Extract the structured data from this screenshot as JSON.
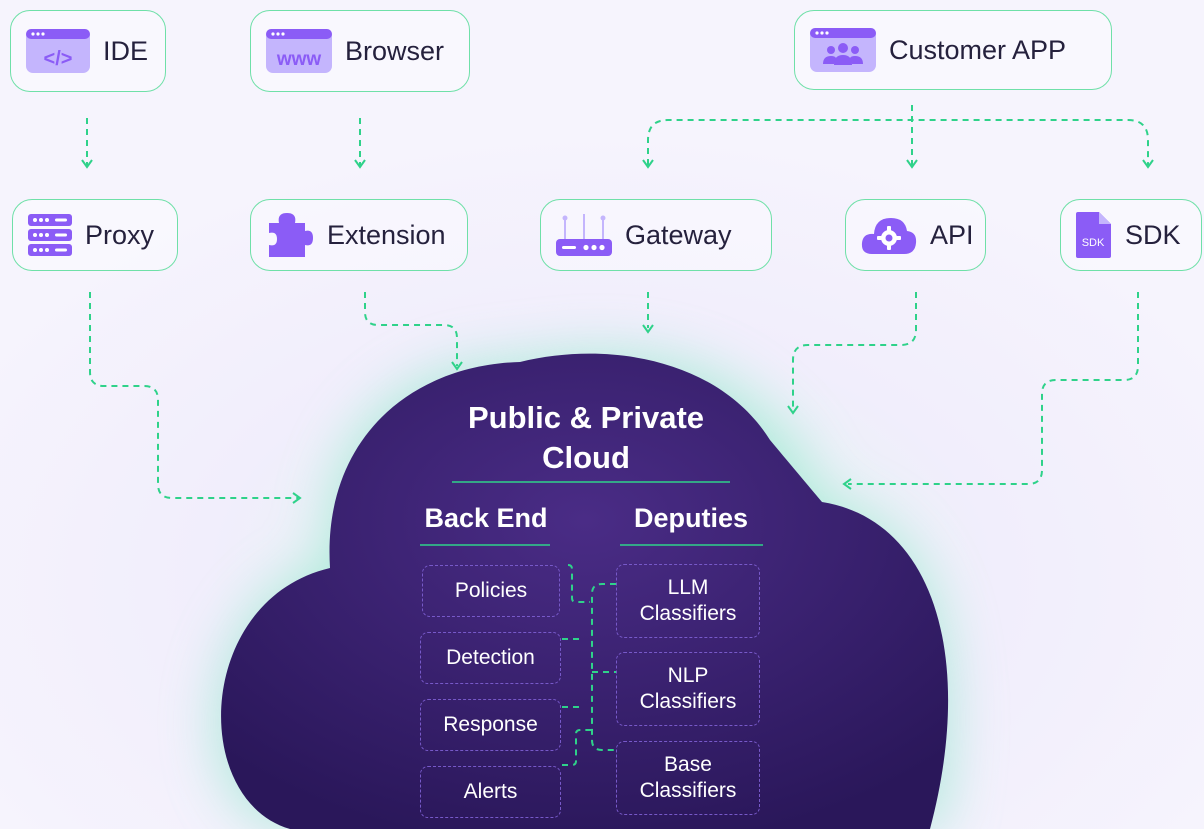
{
  "sources": {
    "ide": "IDE",
    "browser": "Browser",
    "customer_app": "Customer APP"
  },
  "connectors": {
    "proxy": "Proxy",
    "extension": "Extension",
    "gateway": "Gateway",
    "api": "API",
    "sdk": "SDK"
  },
  "icon_text": {
    "ide": "</>",
    "browser": "www",
    "sdk": "SDK"
  },
  "cloud": {
    "title_line1": "Public & Private",
    "title_line2": "Cloud",
    "back_end_heading": "Back End",
    "deputies_heading": "Deputies",
    "back_end_items": [
      "Policies",
      "Detection",
      "Response",
      "Alerts"
    ],
    "deputies_items": [
      {
        "line1": "LLM",
        "line2": "Classifiers"
      },
      {
        "line1": "NLP",
        "line2": "Classifiers"
      },
      {
        "line1": "Base",
        "line2": "Classifiers"
      }
    ]
  },
  "colors": {
    "accent_green": "#2fd28a",
    "icon_purple": "#8b5cf6",
    "icon_light_purple": "#c4b5fd",
    "cloud_purple": "#2d1a5e",
    "text_dark": "#25213d"
  },
  "icons": [
    "code-window-icon",
    "www-window-icon",
    "users-window-icon",
    "server-rack-icon",
    "puzzle-piece-icon",
    "router-icon",
    "cloud-gear-icon",
    "sdk-file-icon"
  ]
}
